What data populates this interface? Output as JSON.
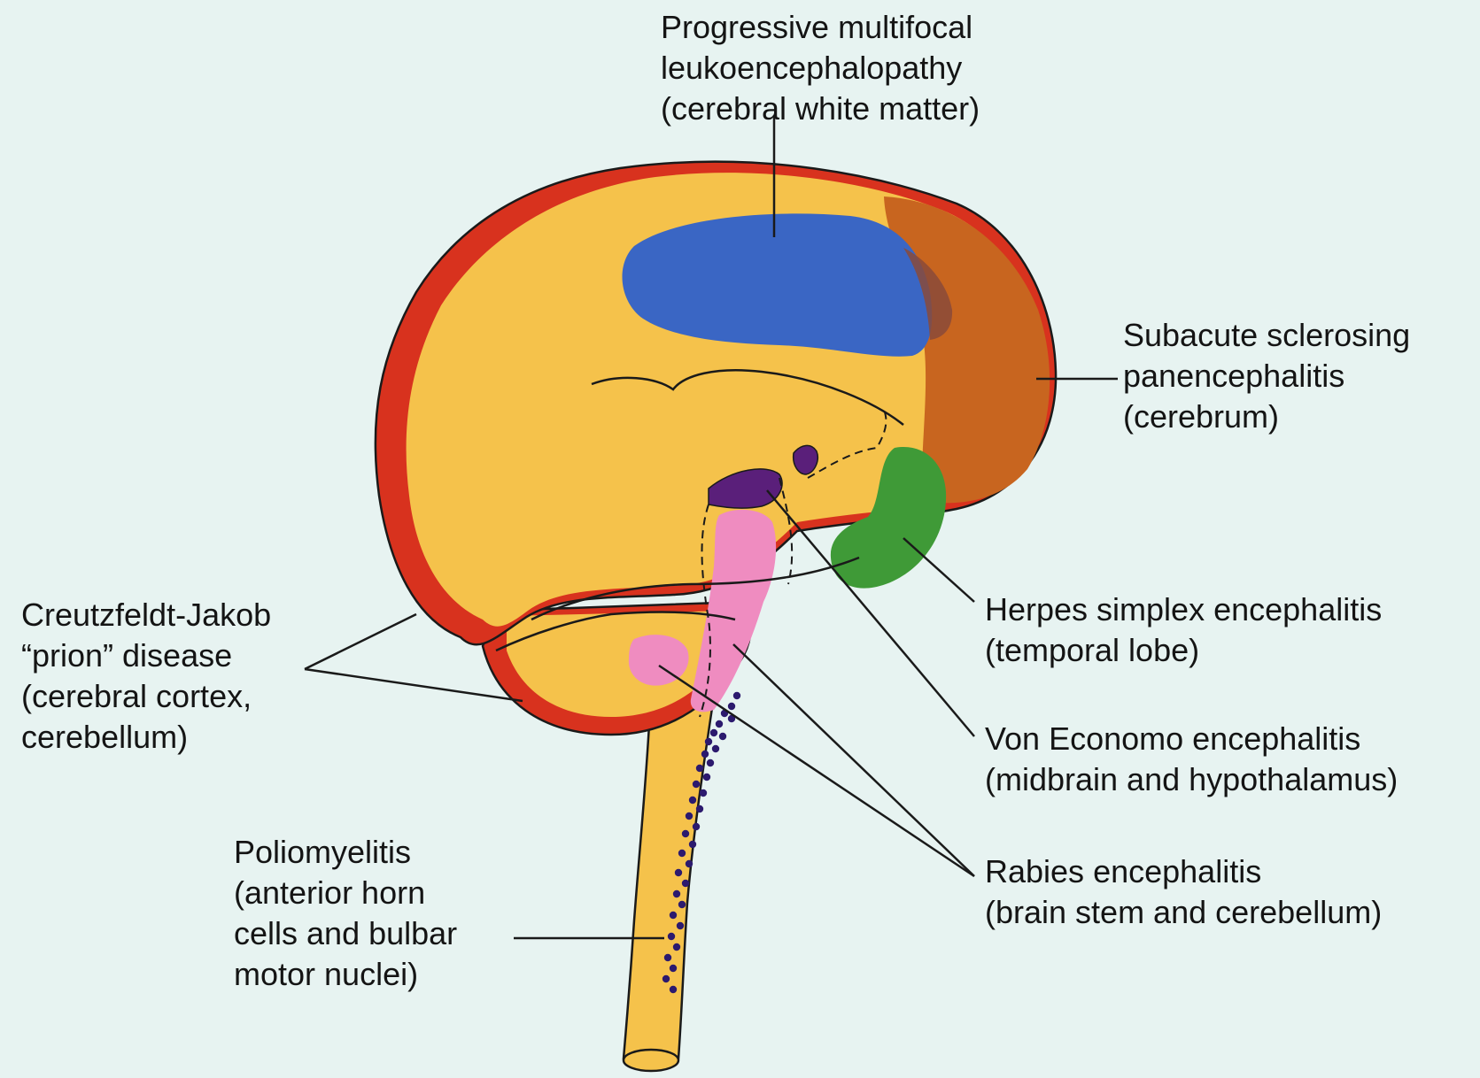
{
  "labels": {
    "pml": {
      "line1": "Progressive multifocal",
      "line2": "leukoencephalopathy",
      "line3": "(cerebral white matter)"
    },
    "sspe": {
      "line1": "Subacute sclerosing",
      "line2": "panencephalitis",
      "line3": "(cerebrum)"
    },
    "cjd": {
      "line1": "Creutzfeldt-Jakob",
      "line2": "“prion” disease",
      "line3": "(cerebral cortex,",
      "line4": "cerebellum)"
    },
    "herpes": {
      "line1": "Herpes simplex encephalitis",
      "line2": "(temporal lobe)"
    },
    "von_economo": {
      "line1": "Von Economo encephalitis",
      "line2": "(midbrain and hypothalamus)"
    },
    "rabies": {
      "line1": "Rabies encephalitis",
      "line2": "(brain stem and cerebellum)"
    },
    "polio": {
      "line1": "Poliomyelitis",
      "line2": "(anterior horn",
      "line3": "cells and bulbar",
      "line4": "motor nuclei)"
    }
  },
  "colors": {
    "background": "#e7f3f1",
    "brain": "#f5c24b",
    "cortex": "#d8321e",
    "white_matter": "#3a66c4",
    "cerebrum_sspe": "#c8651f",
    "temporal_lobe": "#3f9a37",
    "midbrain_hypothalamus": "#5a1f7a",
    "brainstem_rabies": "#ef8cc0",
    "polio_dots": "#2c1a6e",
    "outline": "#1a1a1a"
  }
}
